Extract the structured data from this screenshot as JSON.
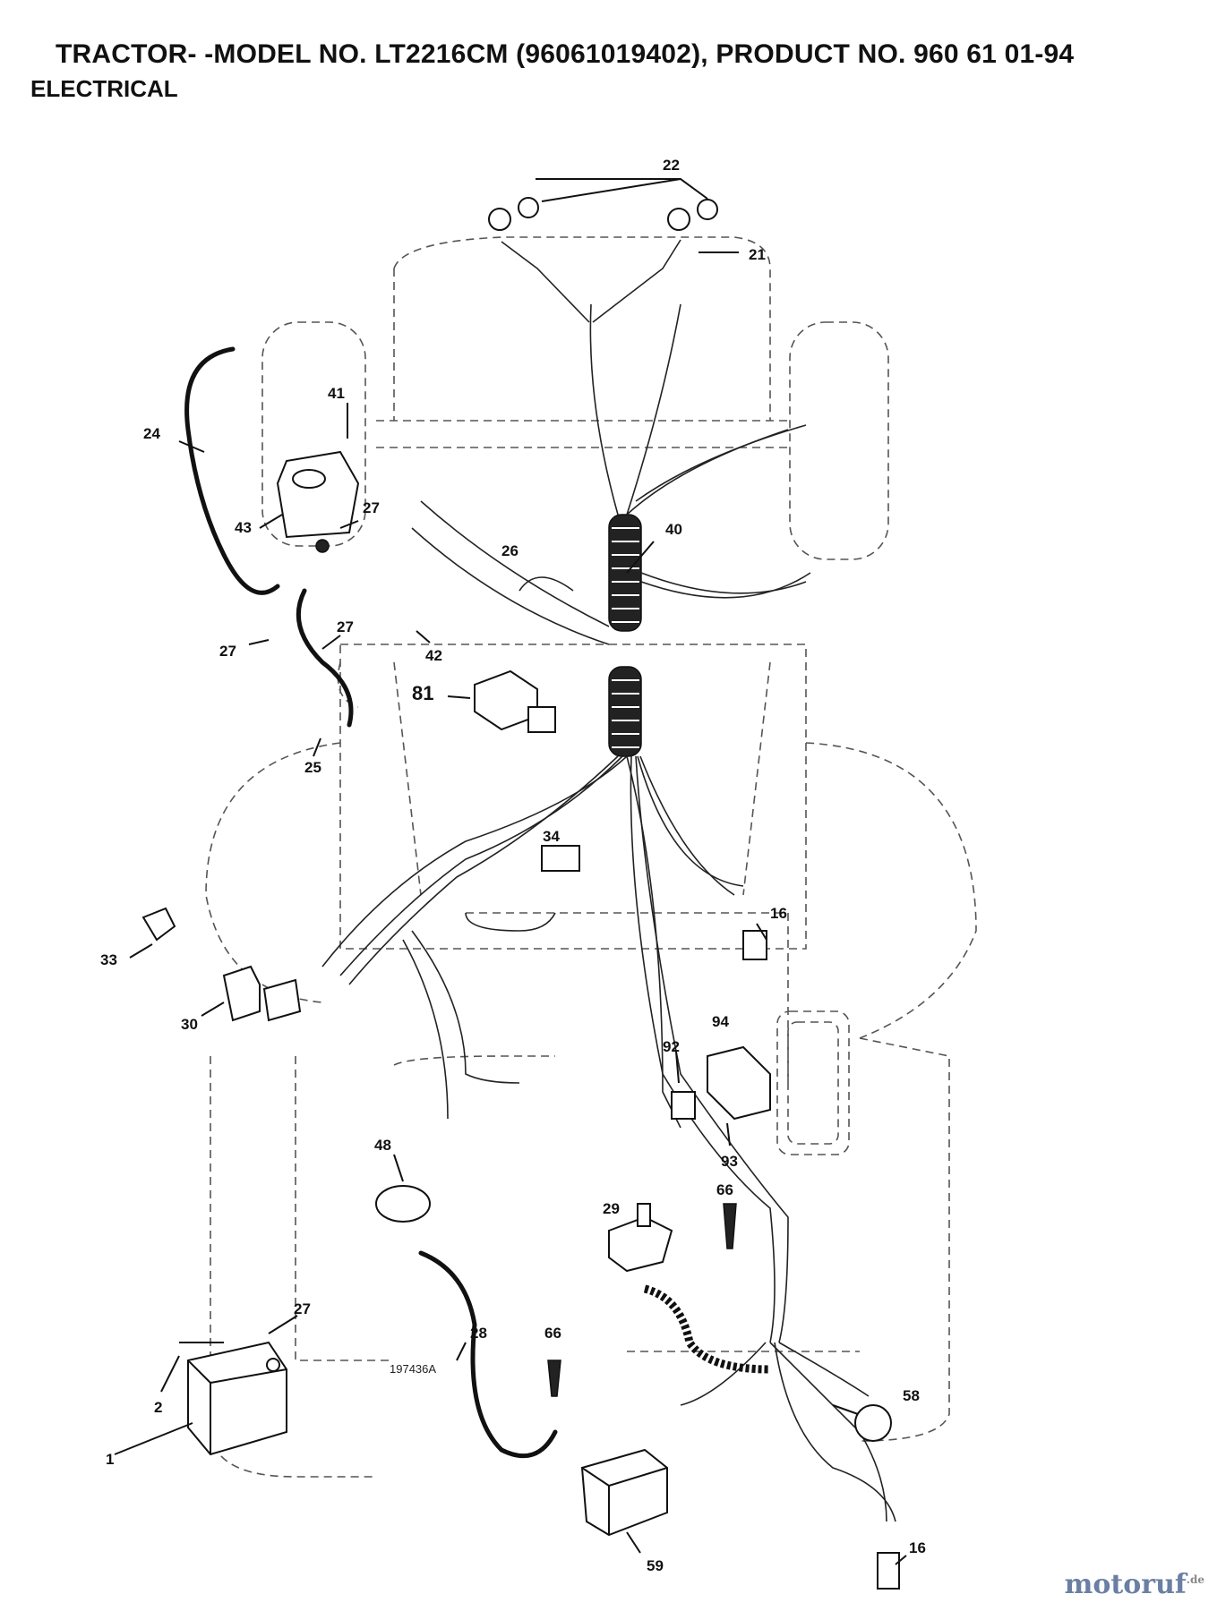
{
  "header": {
    "title": "TRACTOR- -MODEL NO. LT2216CM (96061019402), PRODUCT NO. 960 61 01-94",
    "subtitle": "ELECTRICAL"
  },
  "drawing_number": "197436A",
  "watermark": {
    "text": "motoruf",
    "suffix": ".de"
  },
  "callouts": [
    {
      "id": "c22",
      "label": "22"
    },
    {
      "id": "c21",
      "label": "21"
    },
    {
      "id": "c24",
      "label": "24"
    },
    {
      "id": "c41",
      "label": "41"
    },
    {
      "id": "c43",
      "label": "43"
    },
    {
      "id": "c27a",
      "label": "27"
    },
    {
      "id": "c27b",
      "label": "27"
    },
    {
      "id": "c27c",
      "label": "27"
    },
    {
      "id": "c40",
      "label": "40"
    },
    {
      "id": "c26",
      "label": "26"
    },
    {
      "id": "c42",
      "label": "42"
    },
    {
      "id": "c81",
      "label": "81"
    },
    {
      "id": "c25",
      "label": "25"
    },
    {
      "id": "c34",
      "label": "34"
    },
    {
      "id": "c16a",
      "label": "16"
    },
    {
      "id": "c33",
      "label": "33"
    },
    {
      "id": "c30",
      "label": "30"
    },
    {
      "id": "c92",
      "label": "92"
    },
    {
      "id": "c94",
      "label": "94"
    },
    {
      "id": "c93",
      "label": "93"
    },
    {
      "id": "c48",
      "label": "48"
    },
    {
      "id": "c66a",
      "label": "66"
    },
    {
      "id": "c29",
      "label": "29"
    },
    {
      "id": "c27d",
      "label": "27"
    },
    {
      "id": "c28",
      "label": "28"
    },
    {
      "id": "c66b",
      "label": "66"
    },
    {
      "id": "c58",
      "label": "58"
    },
    {
      "id": "c2",
      "label": "2"
    },
    {
      "id": "c1",
      "label": "1"
    },
    {
      "id": "c59",
      "label": "59"
    },
    {
      "id": "c16b",
      "label": "16"
    }
  ]
}
